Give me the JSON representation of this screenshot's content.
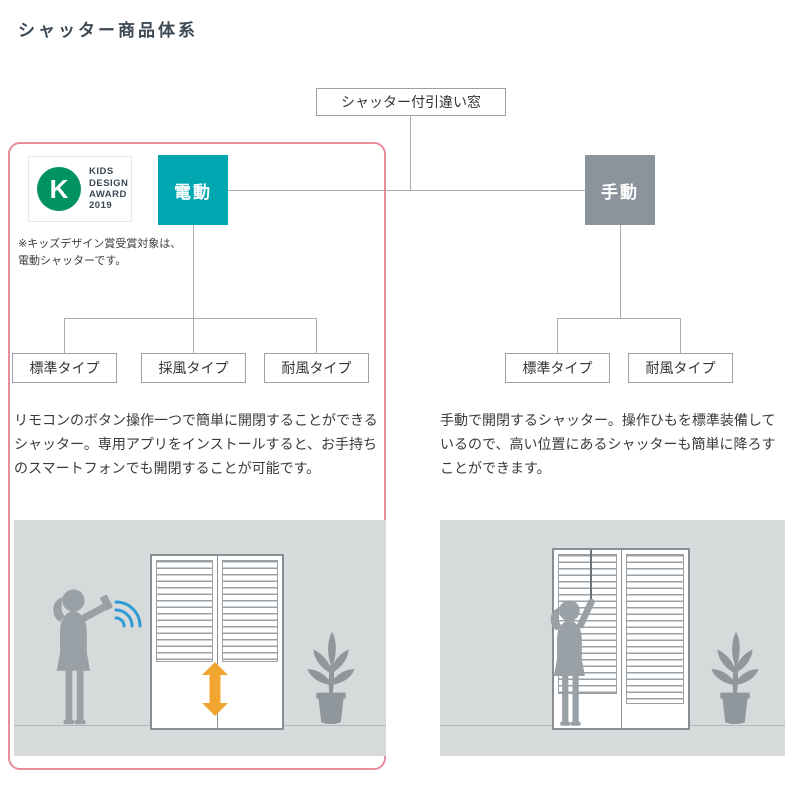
{
  "page": {
    "title": "シャッター商品体系"
  },
  "tree": {
    "root": "シャッター付引違い窓",
    "electric": {
      "label": "電動",
      "types": [
        "標準タイプ",
        "採風タイプ",
        "耐風タイプ"
      ]
    },
    "manual": {
      "label": "手動",
      "types": [
        "標準タイプ",
        "耐風タイプ"
      ]
    }
  },
  "award": {
    "mark": "K",
    "lines": [
      "KIDS",
      "DESIGN",
      "AWARD",
      "2019"
    ]
  },
  "notes": {
    "electric_note": [
      "※キッズデザイン賞受賞対象は、",
      "電動シャッターです。"
    ]
  },
  "descriptions": {
    "electric": "リモコンのボタン操作一つで簡単に開閉することができるシャッター。専用アプリをインストールすると、お手持ちのスマートフォンでも開閉することが可能です。",
    "manual": "手動で開閉するシャッター。操作ひもを標準装備しているので、高い位置にあるシャッターも簡単に降ろすことができます。"
  },
  "colors": {
    "electric_teal": "#00a7b1",
    "manual_gray": "#8b949c",
    "highlight_pink": "#e98c9b",
    "award_green": "#00935f",
    "wifi_blue": "#2e9bd5",
    "arrow_orange": "#f0a62f",
    "illustration_bg": "#d7dadb",
    "connector_gray": "#a8aeb3"
  }
}
